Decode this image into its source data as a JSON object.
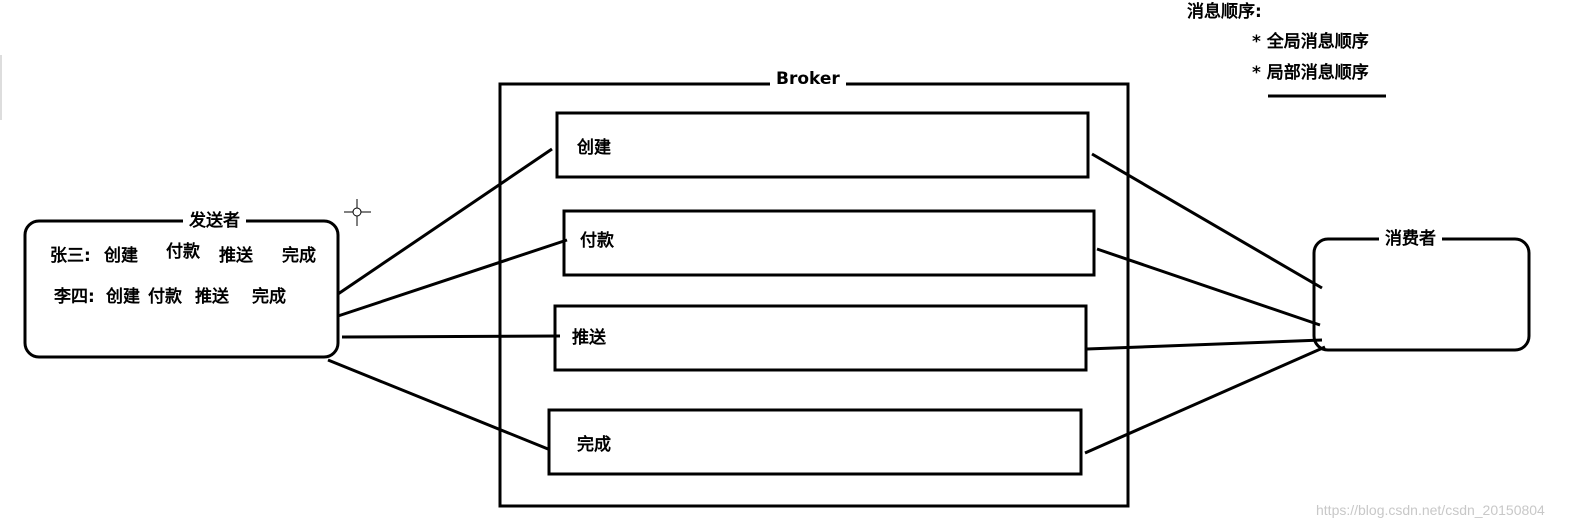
{
  "notes": {
    "heading": "消息顺序:",
    "items": [
      "* 全局消息顺序",
      "* 局部消息顺序"
    ]
  },
  "broker": {
    "title": "Broker",
    "queues": [
      "创建",
      "付款",
      "推送",
      "完成"
    ]
  },
  "sender": {
    "title": "发送者",
    "rows": [
      {
        "name": "张三:",
        "steps": [
          "创建",
          "付款",
          "推送",
          "完成"
        ]
      },
      {
        "name": "李四:",
        "steps": [
          "创建",
          "付款",
          "推送",
          "完成"
        ]
      }
    ]
  },
  "consumer": {
    "title": "消费者"
  },
  "watermark": "https://blog.csdn.net/csdn_20150804",
  "colors": {
    "stroke": "#000000",
    "background": "#ffffff",
    "watermark": "#c8c8c8"
  },
  "icons": [
    "crosshair-cursor-icon"
  ]
}
